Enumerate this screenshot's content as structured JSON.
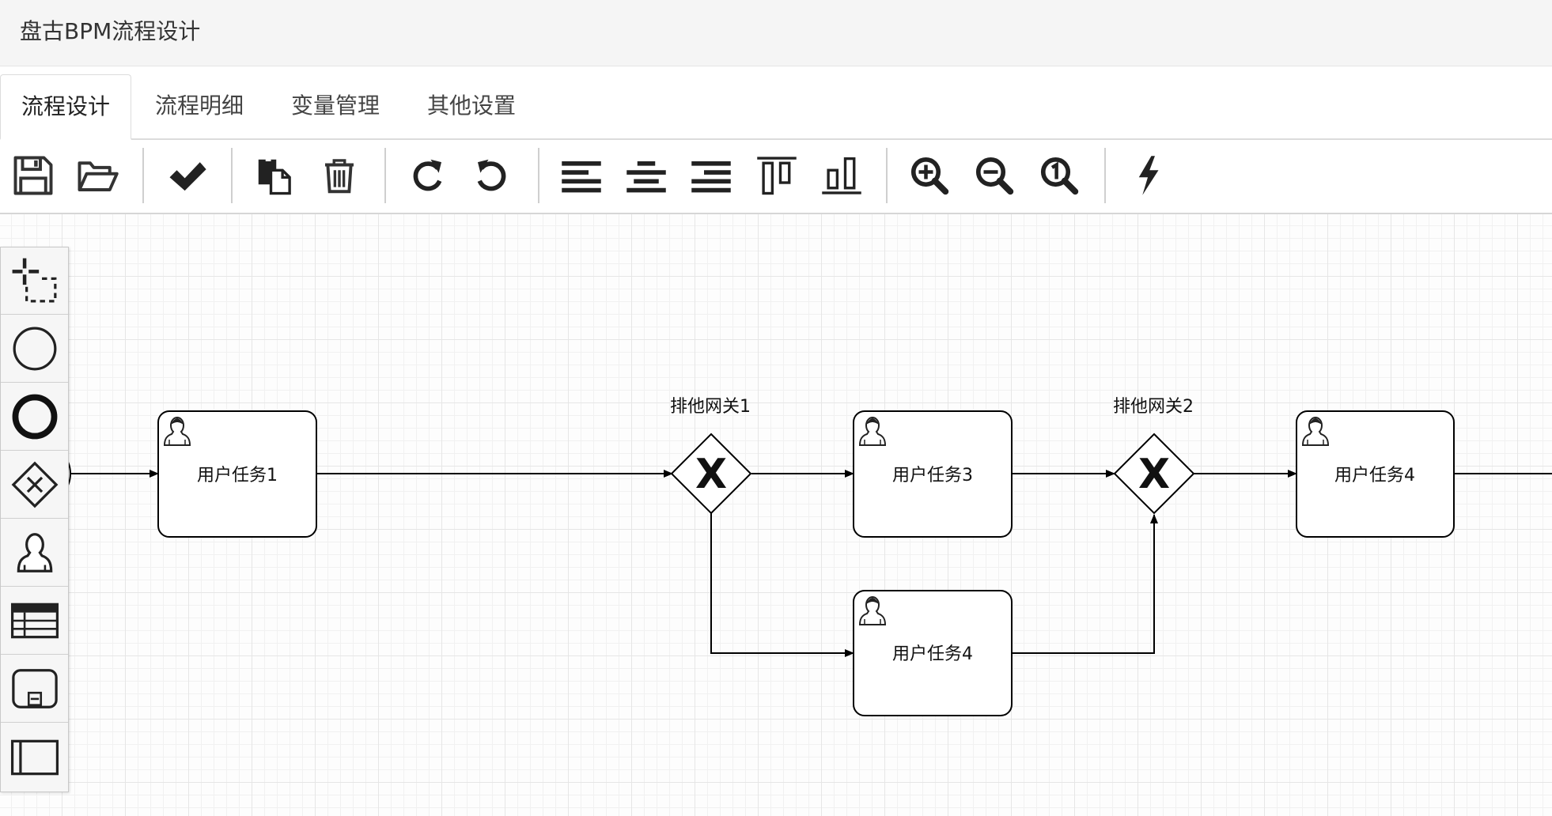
{
  "app": {
    "title": "盘古BPM流程设计"
  },
  "tabs": [
    {
      "label": "流程设计",
      "active": true
    },
    {
      "label": "流程明细",
      "active": false
    },
    {
      "label": "变量管理",
      "active": false
    },
    {
      "label": "其他设置",
      "active": false
    }
  ],
  "toolbar": {
    "buttons": [
      {
        "icon": "save-icon"
      },
      {
        "icon": "folder-open-icon"
      },
      {
        "icon": "check-icon"
      },
      {
        "icon": "copy-icon"
      },
      {
        "icon": "trash-icon"
      },
      {
        "icon": "redo-icon"
      },
      {
        "icon": "undo-icon"
      },
      {
        "icon": "align-left-icon"
      },
      {
        "icon": "align-center-icon"
      },
      {
        "icon": "align-right-icon"
      },
      {
        "icon": "align-top-icon"
      },
      {
        "icon": "align-bottom-icon"
      },
      {
        "icon": "zoom-in-icon"
      },
      {
        "icon": "zoom-out-icon"
      },
      {
        "icon": "zoom-reset-icon"
      },
      {
        "icon": "lightning-icon"
      }
    ]
  },
  "palette": {
    "items": [
      {
        "icon": "lasso-tool-icon"
      },
      {
        "icon": "start-event-icon"
      },
      {
        "icon": "end-event-icon"
      },
      {
        "icon": "gateway-icon"
      },
      {
        "icon": "user-task-icon"
      },
      {
        "icon": "data-table-icon"
      },
      {
        "icon": "subprocess-icon"
      },
      {
        "icon": "pool-icon"
      }
    ]
  },
  "diagram": {
    "tasks": {
      "t1": "用户任务1",
      "t3": "用户任务3",
      "t4a": "用户任务4",
      "t4b": "用户任务4"
    },
    "gateways": {
      "g1": {
        "label": "排他网关1",
        "marker": "X"
      },
      "g2": {
        "label": "排他网关2",
        "marker": "X"
      }
    }
  }
}
